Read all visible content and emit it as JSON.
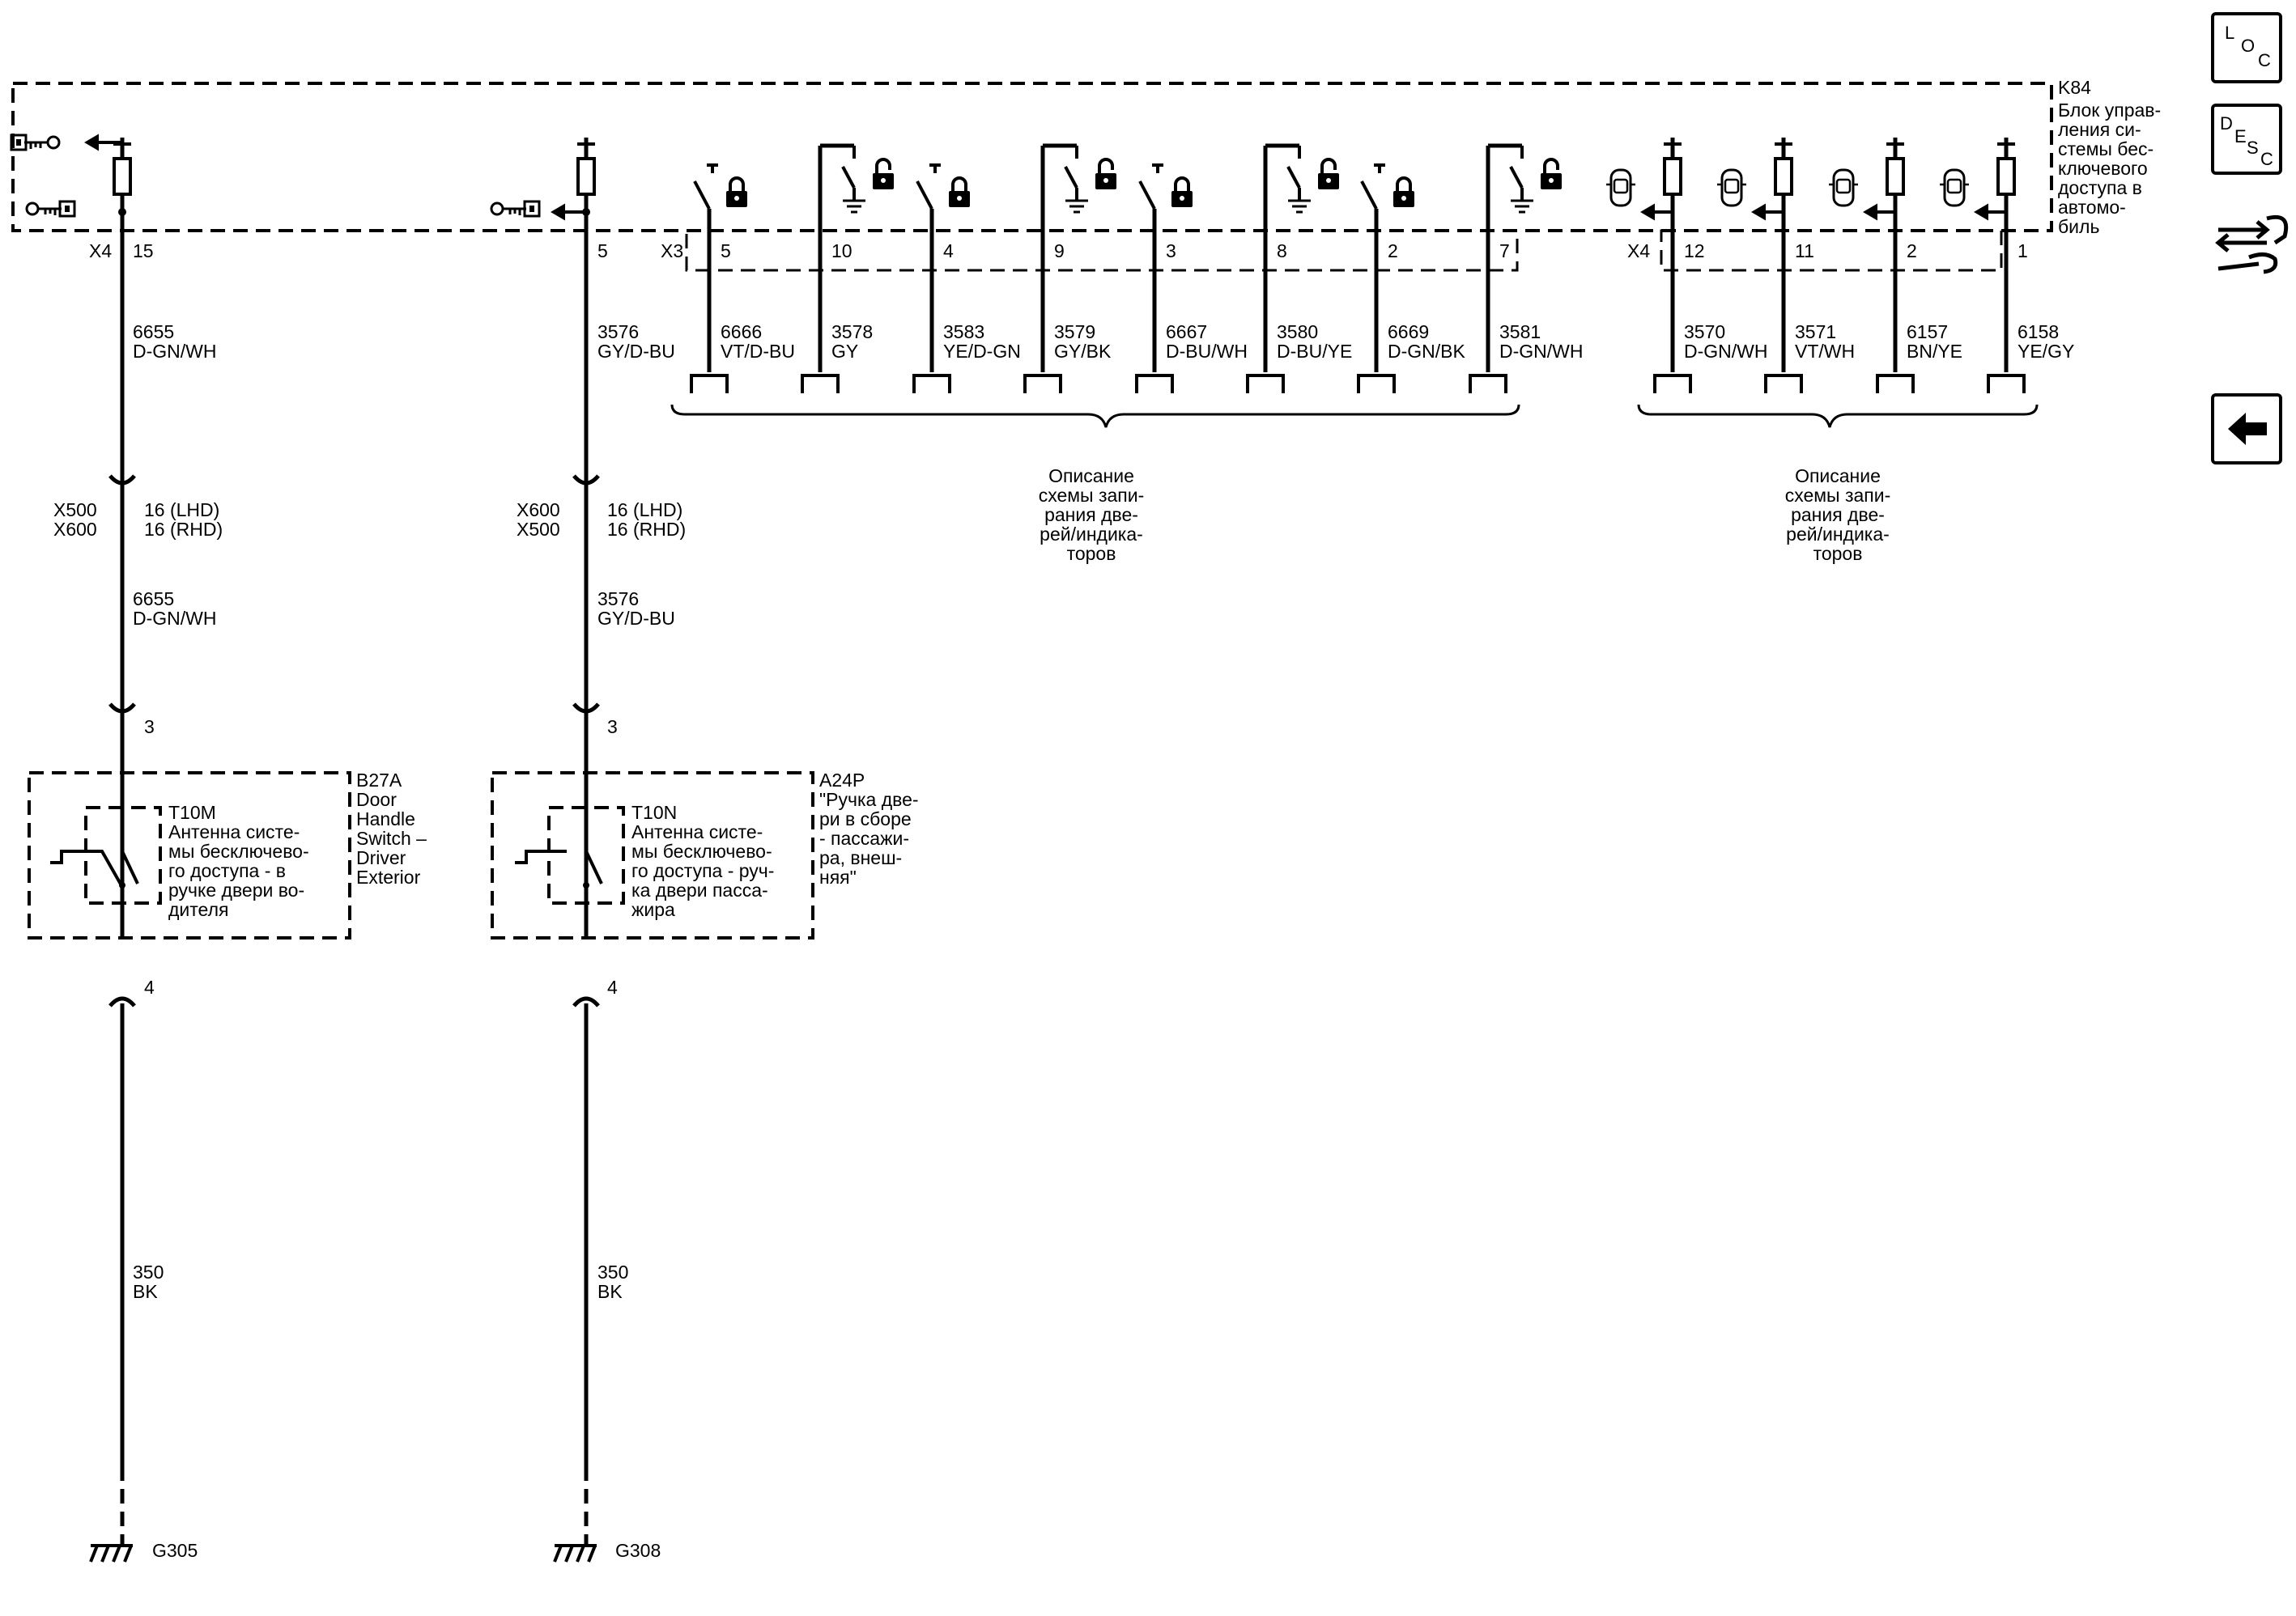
{
  "module": {
    "code": "K84",
    "name_lines": [
      "Блок управ-",
      "ления си-",
      "стемы бес-",
      "ключевого",
      "доступа в",
      "автомо-",
      "биль"
    ]
  },
  "nav": {
    "loc": [
      "L",
      "O",
      "C"
    ],
    "desc": [
      "D",
      "E",
      "S",
      "C"
    ],
    "icons": [
      "connector-end-view-icon",
      "back-arrow-icon"
    ]
  },
  "left_circuits": [
    {
      "connector": "X4",
      "pin": "15",
      "wire_num": "6655",
      "wire_color": "D-GN/WH",
      "inline_upper": "X500",
      "inline_lower": "X600",
      "inline_pin_lhd": "16 (LHD)",
      "inline_pin_rhd": "16 (RHD)",
      "pin_in": "3",
      "pin_out": "4",
      "ground_wire_num": "350",
      "ground_wire_color": "BK",
      "ground": "G305",
      "component_code": "B27A",
      "component_lines": [
        "Door",
        "Handle",
        "Switch –",
        "Driver",
        "Exterior"
      ],
      "antenna_code": "T10M",
      "antenna_lines": [
        "Антенна систе-",
        "мы бесключево-",
        "го доступа - в",
        "ручке двери во-",
        "дителя"
      ]
    },
    {
      "connector": "",
      "pin": "5",
      "wire_num": "3576",
      "wire_color": "GY/D-BU",
      "inline_upper": "X600",
      "inline_lower": "X500",
      "inline_pin_lhd": "16 (LHD)",
      "inline_pin_rhd": "16 (RHD)",
      "pin_in": "3",
      "pin_out": "4",
      "ground_wire_num": "350",
      "ground_wire_color": "BK",
      "ground": "G308",
      "component_code": "A24P",
      "component_lines": [
        "\"Ручка две-",
        "ри в сборе",
        "- пассажи-",
        "ра, внеш-",
        "няя\""
      ],
      "antenna_code": "T10N",
      "antenna_lines": [
        "Антенна систе-",
        "мы бесключево-",
        "го доступа - руч-",
        "ка двери пасса-",
        "жира"
      ]
    }
  ],
  "x3_connector": "X3",
  "x3_pins": [
    {
      "pin": "5",
      "wire_num": "6666",
      "wire_color": "VT/D-BU",
      "switch": "lock"
    },
    {
      "pin": "10",
      "wire_num": "3578",
      "wire_color": "GY",
      "switch": "unlock-ground"
    },
    {
      "pin": "4",
      "wire_num": "3583",
      "wire_color": "YE/D-GN",
      "switch": "lock"
    },
    {
      "pin": "9",
      "wire_num": "3579",
      "wire_color": "GY/BK",
      "switch": "unlock-ground"
    },
    {
      "pin": "3",
      "wire_num": "6667",
      "wire_color": "D-BU/WH",
      "switch": "lock"
    },
    {
      "pin": "8",
      "wire_num": "3580",
      "wire_color": "D-BU/YE",
      "switch": "unlock-ground"
    },
    {
      "pin": "2",
      "wire_num": "6669",
      "wire_color": "D-GN/BK",
      "switch": "lock"
    },
    {
      "pin": "7",
      "wire_num": "3581",
      "wire_color": "D-GN/WH",
      "switch": "unlock-ground"
    }
  ],
  "x4_connector": "X4",
  "x4_pins": [
    {
      "pin": "12",
      "wire_num": "3570",
      "wire_color": "D-GN/WH"
    },
    {
      "pin": "11",
      "wire_num": "3571",
      "wire_color": "VT/WH"
    },
    {
      "pin": "2",
      "wire_num": "6157",
      "wire_color": "BN/YE"
    },
    {
      "pin": "1",
      "wire_num": "6158",
      "wire_color": "YE/GY"
    }
  ],
  "reference_note_lines": [
    "Описание",
    "схемы запи-",
    "рания две-",
    "рей/индика-",
    "торов"
  ]
}
